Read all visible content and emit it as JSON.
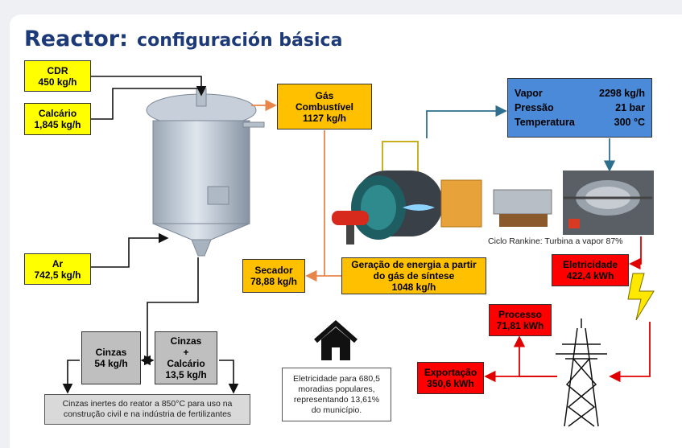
{
  "title": {
    "main": "Reactor:",
    "sub": "configuración básica"
  },
  "inputs": {
    "cdr": {
      "name": "CDR",
      "value": "450 kg/h"
    },
    "calcario": {
      "name": "Calcário",
      "value": "1,845 kg/h"
    },
    "ar": {
      "name": "Ar",
      "value": "742,5 kg/h"
    }
  },
  "gas": {
    "line1": "Gás",
    "line2": "Combustível",
    "value": "1127 kg/h"
  },
  "secador": {
    "name": "Secador",
    "value": "78,88 kg/h"
  },
  "geracao": {
    "line1": "Geração de energia a partir",
    "line2": "do gás de síntese",
    "value": "1048 kg/h"
  },
  "vapor": {
    "rows": [
      {
        "label": "Vapor",
        "value": "2298 kg/h"
      },
      {
        "label": "Pressão",
        "value": "21 bar"
      },
      {
        "label": "Temperatura",
        "value": "300 °C"
      }
    ]
  },
  "rankine": "Ciclo Rankine: Turbina a vapor 87%",
  "eletricidade": {
    "name": "Eletricidade",
    "value": "422,4 kWh"
  },
  "processo": {
    "name": "Processo",
    "value": "71,81 kWh"
  },
  "exportacao": {
    "name": "Exportação",
    "value": "350,6 kWh"
  },
  "moradias": {
    "line1": "Eletricidade para 680,5",
    "line2": "moradias populares,",
    "line3": "representando 13,61%",
    "line4": "do município."
  },
  "cinzas": {
    "name": "Cinzas",
    "value": "54 kg/h"
  },
  "cinzas_calcario": {
    "line1": "Cinzas",
    "line2": "+",
    "line3": "Calcário",
    "value": "13,5 kg/h"
  },
  "cinzas_note": {
    "line1": "Cinzas inertes do reator a 850°C para uso na",
    "line2": "construção civil e na indústria de fertilizantes"
  },
  "colors": {
    "title": "#1d3a78",
    "input": "#ffff00",
    "process": "#ffc000",
    "steam": "#4a8ad8",
    "power": "#ff0000",
    "ash": "#bfbfbf",
    "flow_orange": "#e8854a",
    "flow_teal": "#2e6f8e"
  },
  "icons": [
    "reactor-vessel-icon",
    "boiler-icon",
    "steam-turbine-icon",
    "lightning-bolt-icon",
    "power-tower-icon",
    "house-icon"
  ]
}
